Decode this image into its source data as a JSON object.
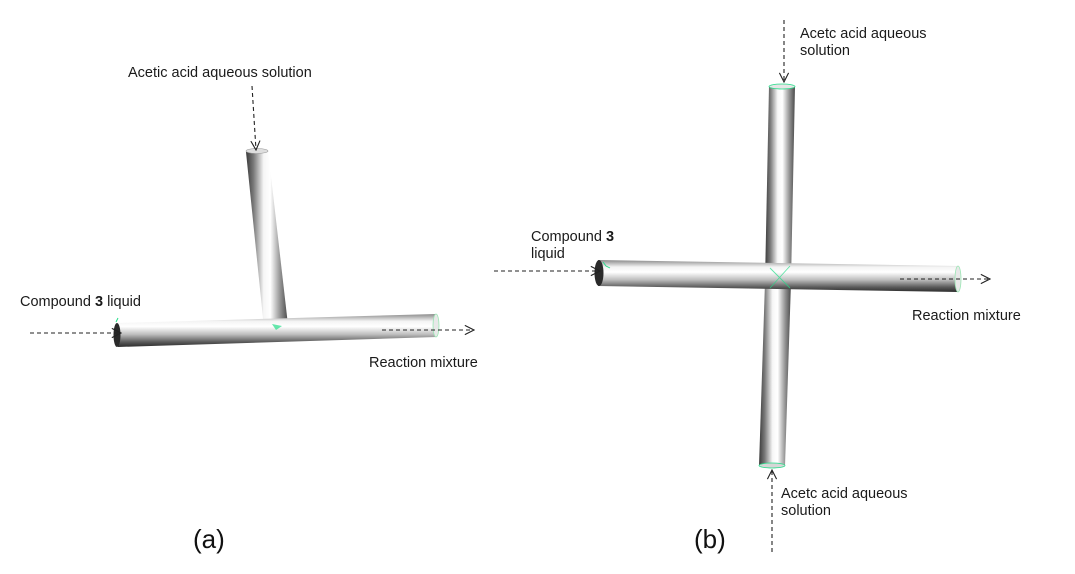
{
  "panels": [
    {
      "id": "a",
      "caption": "(a)",
      "labels": {
        "inlet_top": "Acetic acid aqueous solution",
        "inlet_left_prefix": "Compound ",
        "inlet_left_bold": "3",
        "inlet_left_suffix": " liquid",
        "outlet": "Reaction mixture"
      }
    },
    {
      "id": "b",
      "caption": "(b)",
      "labels": {
        "inlet_top_line1": "Acetc acid aqueous",
        "inlet_top_line2": "solution",
        "inlet_left_prefix": "Compound ",
        "inlet_left_bold": "3",
        "inlet_left_line2": "liquid",
        "outlet": "Reaction mixture",
        "inlet_bottom_line1": "Acetc acid aqueous",
        "inlet_bottom_line2": "solution"
      }
    }
  ],
  "colors": {
    "tube_highlight": "#ffffff",
    "tube_shadow": "#3a3a3a",
    "arrow": "#222222",
    "inlet_marker": "#22dd88"
  }
}
